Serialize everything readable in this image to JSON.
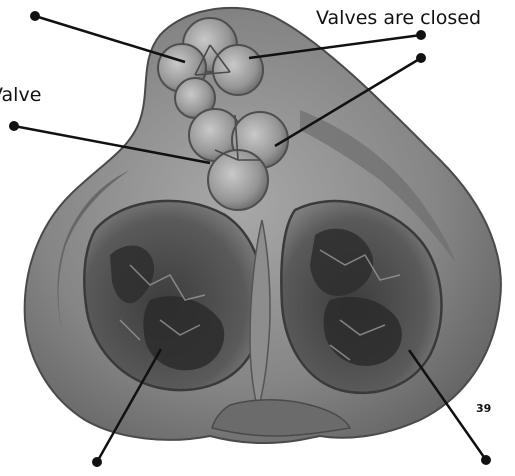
{
  "annotations": {
    "valves_closed_label": "Valves are closed",
    "valve_label": "Valve"
  },
  "page": {
    "number": "39"
  },
  "colors": {
    "tissue_dark": "#4a4a4a",
    "tissue_mid": "#7c7c7c",
    "tissue_light": "#b3b3b3",
    "leader_line": "#111111"
  }
}
